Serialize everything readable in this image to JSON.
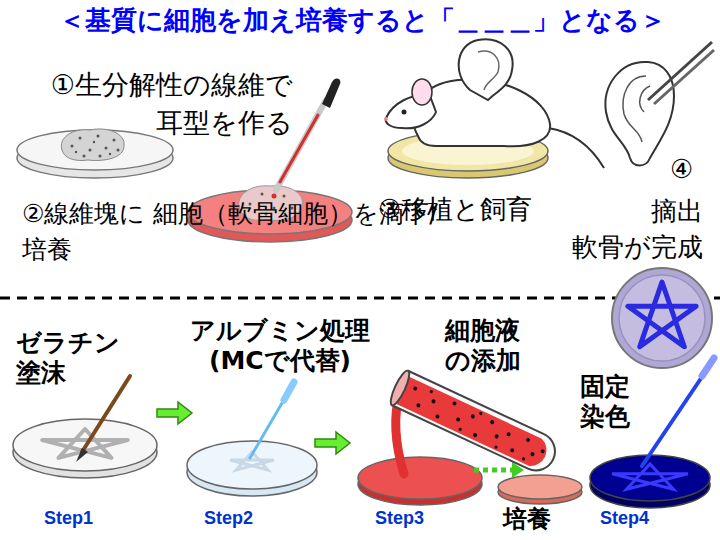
{
  "diagram": {
    "title": "＜基質に細胞を加え培養すると「＿＿＿」となる＞",
    "labels": [
      "①生分解性の線維で 耳型を作る",
      "②線維塊に 細胞（軟骨細胞）を滴下/培養",
      "③移植と飼育",
      "④",
      "摘出 軟骨が完成",
      "ゼラチン 塗沫",
      "アルブミン処理 (MCで代替)",
      "細胞液 の添加",
      "固定 染色",
      "培養",
      "Step1",
      "Step2",
      "Step3",
      "Step4"
    ]
  }
}
